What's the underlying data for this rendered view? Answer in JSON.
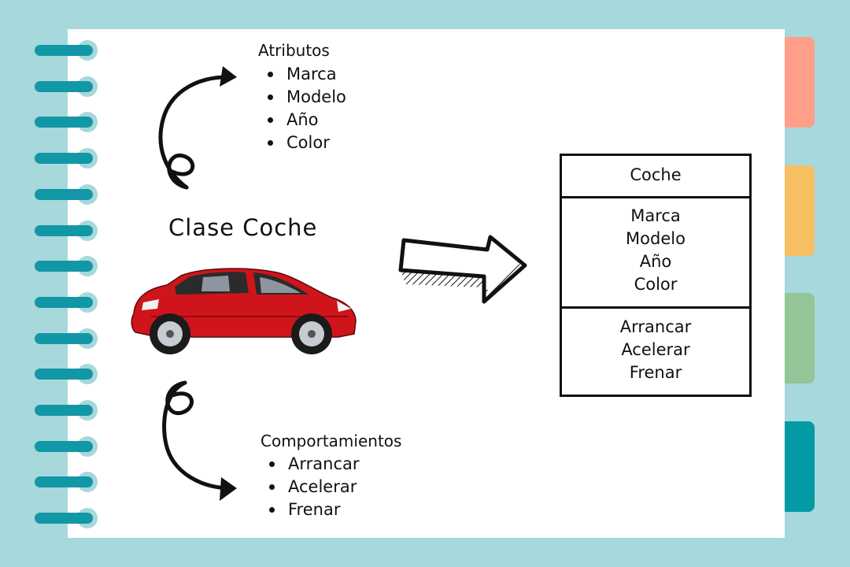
{
  "attributes": {
    "heading": "Atributos",
    "items": [
      "Marca",
      "Modelo",
      "Año",
      "Color"
    ]
  },
  "class_title": "Clase Coche",
  "behaviors": {
    "heading": "Comportamientos",
    "items": [
      "Arrancar",
      "Acelerar",
      "Frenar"
    ]
  },
  "uml": {
    "class_name": "Coche",
    "attributes": [
      "Marca",
      "Modelo",
      "Año",
      "Color"
    ],
    "methods": [
      "Arrancar",
      "Acelerar",
      "Frenar"
    ]
  },
  "colors": {
    "background": "#a6d8dc",
    "ring": "#1297a6",
    "tab_1": "#ff9f8a",
    "tab_2": "#f6bf62",
    "tab_3": "#93c596",
    "tab_4": "#049aa6",
    "car_body": "#d0141b"
  },
  "icons": {
    "car": "red-car-icon",
    "top_arrow": "curly-arrow-up-right-icon",
    "bottom_arrow": "curly-arrow-down-right-icon",
    "big_arrow": "block-arrow-right-icon"
  }
}
